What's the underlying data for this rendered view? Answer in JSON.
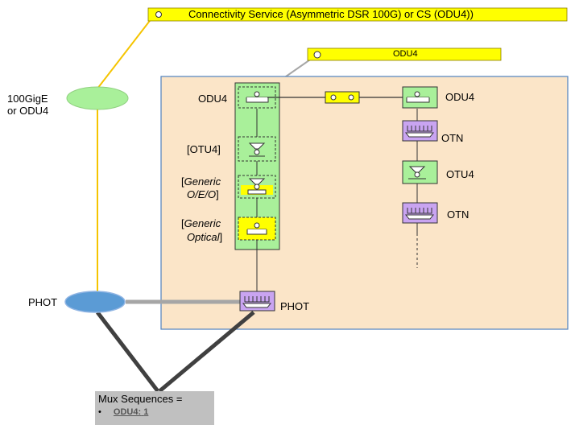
{
  "service_bar": {
    "label": "Connectivity Service (Asymmetric DSR 100G) or CS (ODU4))"
  },
  "odu4_bar": {
    "label": "ODU4"
  },
  "ellipse_client": {
    "line1": "100GigE",
    "line2": "or ODU4"
  },
  "phot_left_label": "PHOT",
  "phot_center_label": "PHOT",
  "left_stack": {
    "odu4": "ODU4",
    "otu4": "[OTU4]",
    "generic_oeo_line1_prefix": "[",
    "generic_oeo_line1_italic": "Generic",
    "generic_oeo_line2_italic": "O/E/O",
    "generic_oeo_line2_suffix": "]",
    "generic_optical_line1_prefix": "[",
    "generic_optical_line1_italic": "Generic",
    "generic_optical_line2_italic": "Optical",
    "generic_optical_line2_suffix": "]"
  },
  "right_stack": {
    "odu4": "ODU4",
    "otn1": "OTN",
    "otu4": "OTU4",
    "otn2": "OTN"
  },
  "mux": {
    "title": "Mux Sequences =",
    "bullet": "•",
    "item_key": "ODU4:",
    "item_value": "1"
  },
  "colors": {
    "yellow": "#ffff00",
    "peach_panel": "#fbe5c8",
    "panel_border": "#4f81bd",
    "green": "#a9f09a",
    "purple": "#c9a4f1",
    "blue_ellipse": "#5b9bd5",
    "gold_line": "#f5c400",
    "grey_line": "#a6a6a6",
    "dark_line": "#404040"
  }
}
